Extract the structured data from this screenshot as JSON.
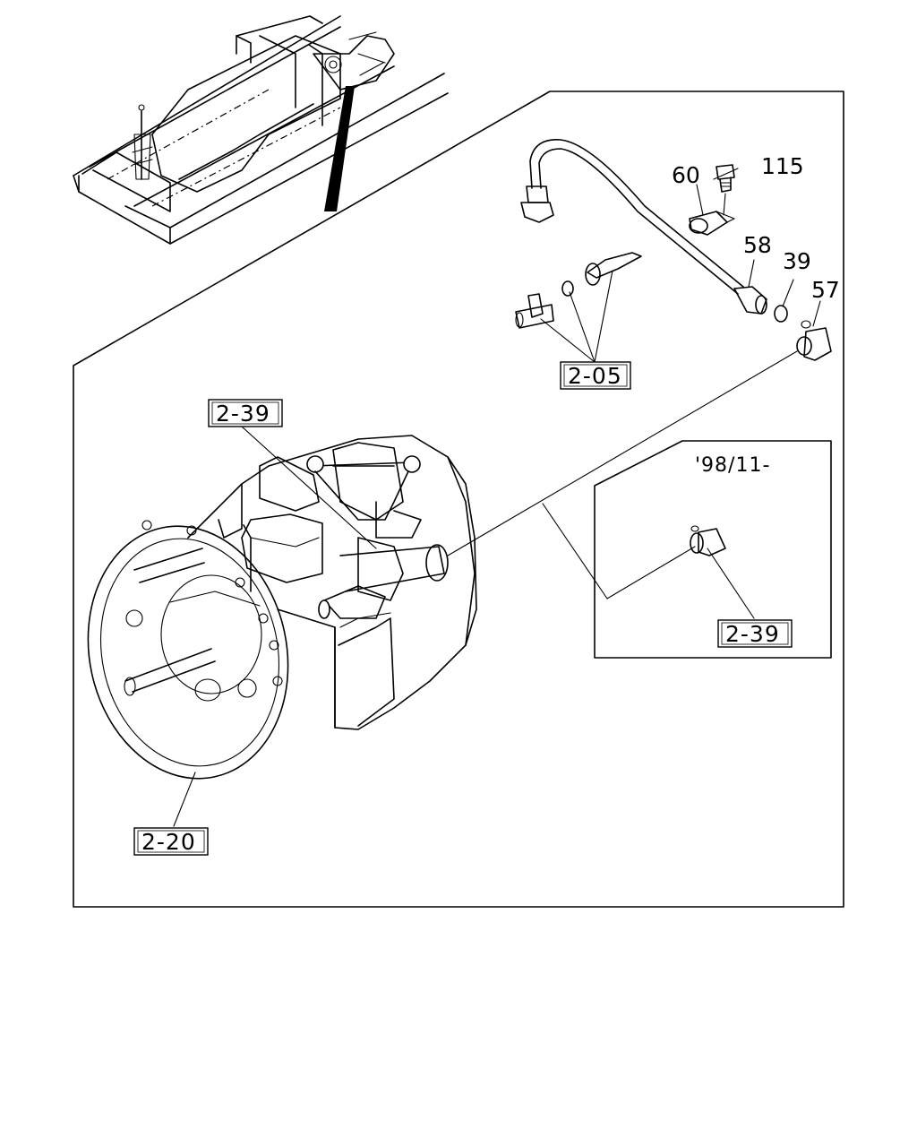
{
  "part_numbers": {
    "p115": "115",
    "p60": "60",
    "p58": "58",
    "p39": "39",
    "p57": "57"
  },
  "references": {
    "ref_205": "2-05",
    "ref_239_main": "2-39",
    "ref_239_inset": "2-39",
    "ref_220": "2-20"
  },
  "inset": {
    "date_label": "'98/11-"
  }
}
